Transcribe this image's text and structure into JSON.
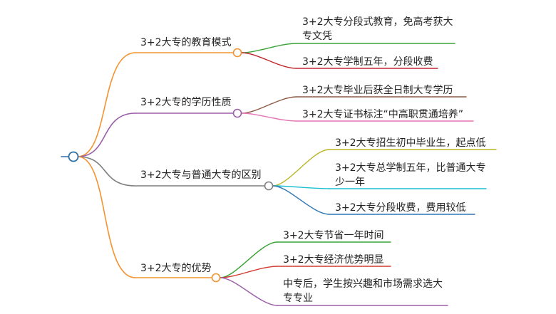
{
  "root": {
    "label": "",
    "color": "#2d6fa3"
  },
  "branches": [
    {
      "label": "3+2大专的教育模式",
      "color": "#f29330",
      "children": [
        {
          "label": "3+2大专分段式教育，免高考获大专文凭",
          "color": "#3aa335"
        },
        {
          "label": "3+2大专学制五年，分段收费",
          "color": "#c0282e"
        }
      ]
    },
    {
      "label": "3+2大专的学历性质",
      "color": "#9b5ea9",
      "children": [
        {
          "label": "3+2大专毕业后获全日制大专学历",
          "color": "#8c5a44"
        },
        {
          "label": "3+2大专证书标注“中高职贯通培养”",
          "color": "#e474b4"
        }
      ]
    },
    {
      "label": "3+2大专与普通大专的区别",
      "color": "#7f7f7f",
      "children": [
        {
          "label": "3+2大专招生初中毕业生，起点低",
          "color": "#b9b525"
        },
        {
          "label": "3+2大专总学制五年，比普通大专少一年",
          "color": "#1cbfcf"
        },
        {
          "label": "3+2大专分段收费，费用较低",
          "color": "#2e77b4"
        }
      ]
    },
    {
      "label": "3+2大专的优势",
      "color": "#f29330",
      "children": [
        {
          "label": "3+2大专节省一年时间",
          "color": "#3aa335"
        },
        {
          "label": "3+2大专经济优势明显",
          "color": "#d23a2f"
        },
        {
          "label": "中专后，学生按兴趣和市场需求选大专专业",
          "color": "#9b5ea9"
        }
      ]
    }
  ]
}
